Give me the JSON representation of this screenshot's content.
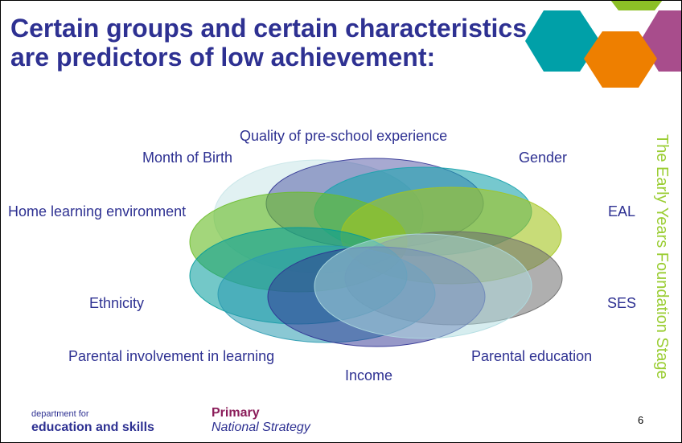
{
  "slide": {
    "title": "Certain groups and certain characteristics are predictors of low achievement:",
    "side_title": "The Early Years Foundation Stage",
    "page_number": "6",
    "side_title_color": "#9acd32",
    "title_color": "#2e3192"
  },
  "diagram": {
    "labels": {
      "quality": "Quality of pre-school experience",
      "month": "Month of Birth",
      "gender": "Gender",
      "home": "Home learning environment",
      "eal": "EAL",
      "ethnicity": "Ethnicity",
      "ses": "SES",
      "involvement": "Parental involvement in learning",
      "education": "Parental education",
      "income": "Income"
    },
    "ellipse_colors": [
      "#c8e6e8",
      "#2e3192",
      "#1aa3ad",
      "#6bbd2a",
      "#a3c51e",
      "#6d6d6d",
      "#009a9a",
      "#2a9ab0",
      "#2e3192",
      "#aedbe0"
    ]
  },
  "decor": {
    "hex_colors": [
      "#00a0a8",
      "#8cbf26",
      "#a84d8c",
      "#ee7f00"
    ]
  },
  "footer": {
    "dfes_small": "department for",
    "dfes_big": "education and skills",
    "ps_big": "Primary",
    "ps_small": "National Strategy"
  }
}
